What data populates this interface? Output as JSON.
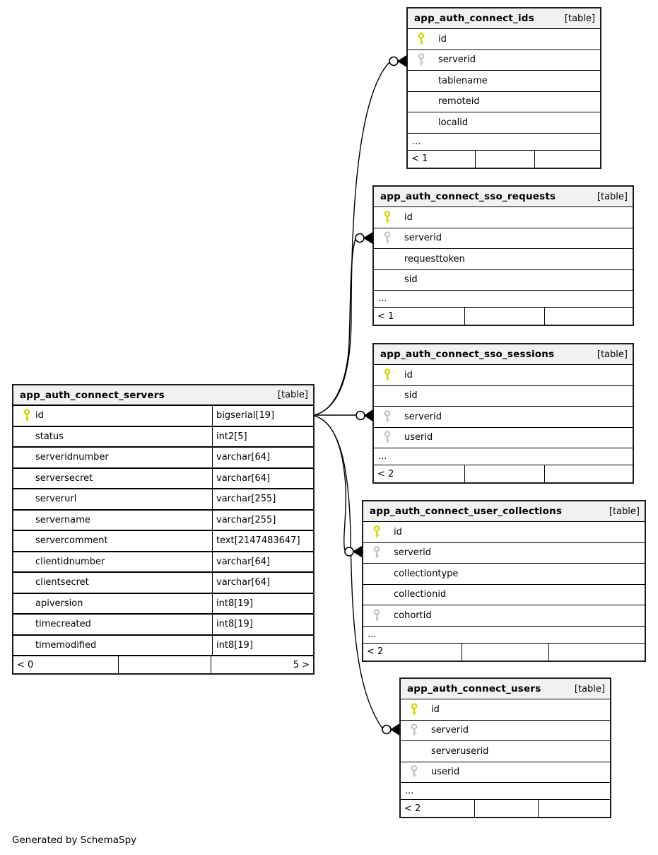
{
  "diagram": {
    "generator_note": "Generated by SchemaSpy",
    "badge_label": "[table]",
    "colors": {
      "primary_key": "#d6d600",
      "foreign_key": "#c4c4c4",
      "header_bg": "#f1f1f1",
      "border": "#000000"
    },
    "tables": [
      {
        "id": "app_auth_connect_ids",
        "name": "app_auth_connect_ids",
        "main": false,
        "columns": [
          {
            "name": "id",
            "key": "primary"
          },
          {
            "name": "serverid",
            "key": "foreign"
          },
          {
            "name": "tablename",
            "key": null
          },
          {
            "name": "remoteid",
            "key": null
          },
          {
            "name": "localid",
            "key": null
          }
        ],
        "truncated": "...",
        "footer_left": "< 1",
        "footer_mid": "",
        "footer_right": ""
      },
      {
        "id": "app_auth_connect_sso_requests",
        "name": "app_auth_connect_sso_requests",
        "main": false,
        "columns": [
          {
            "name": "id",
            "key": "primary"
          },
          {
            "name": "serverid",
            "key": "foreign"
          },
          {
            "name": "requesttoken",
            "key": null
          },
          {
            "name": "sid",
            "key": null
          }
        ],
        "truncated": "...",
        "footer_left": "< 1",
        "footer_mid": "",
        "footer_right": ""
      },
      {
        "id": "app_auth_connect_sso_sessions",
        "name": "app_auth_connect_sso_sessions",
        "main": false,
        "columns": [
          {
            "name": "id",
            "key": "primary"
          },
          {
            "name": "sid",
            "key": null
          },
          {
            "name": "serverid",
            "key": "foreign"
          },
          {
            "name": "userid",
            "key": "foreign"
          }
        ],
        "truncated": "...",
        "footer_left": "< 2",
        "footer_mid": "",
        "footer_right": ""
      },
      {
        "id": "app_auth_connect_servers",
        "name": "app_auth_connect_servers",
        "main": true,
        "columns": [
          {
            "name": "id",
            "key": "primary",
            "type": "bigserial[19]"
          },
          {
            "name": "status",
            "key": null,
            "type": "int2[5]"
          },
          {
            "name": "serveridnumber",
            "key": null,
            "type": "varchar[64]"
          },
          {
            "name": "serversecret",
            "key": null,
            "type": "varchar[64]"
          },
          {
            "name": "serverurl",
            "key": null,
            "type": "varchar[255]"
          },
          {
            "name": "servername",
            "key": null,
            "type": "varchar[255]"
          },
          {
            "name": "servercomment",
            "key": null,
            "type": "text[2147483647]"
          },
          {
            "name": "clientidnumber",
            "key": null,
            "type": "varchar[64]"
          },
          {
            "name": "clientsecret",
            "key": null,
            "type": "varchar[64]"
          },
          {
            "name": "apiversion",
            "key": null,
            "type": "int8[19]"
          },
          {
            "name": "timecreated",
            "key": null,
            "type": "int8[19]"
          },
          {
            "name": "timemodified",
            "key": null,
            "type": "int8[19]"
          }
        ],
        "truncated": null,
        "footer_left": "< 0",
        "footer_mid": "",
        "footer_right": "5 >"
      },
      {
        "id": "app_auth_connect_user_collections",
        "name": "app_auth_connect_user_collections",
        "main": false,
        "columns": [
          {
            "name": "id",
            "key": "primary"
          },
          {
            "name": "serverid",
            "key": "foreign"
          },
          {
            "name": "collectiontype",
            "key": null
          },
          {
            "name": "collectionid",
            "key": null
          },
          {
            "name": "cohortid",
            "key": "foreign"
          }
        ],
        "truncated": "...",
        "footer_left": "< 2",
        "footer_mid": "",
        "footer_right": ""
      },
      {
        "id": "app_auth_connect_users",
        "name": "app_auth_connect_users",
        "main": false,
        "columns": [
          {
            "name": "id",
            "key": "primary"
          },
          {
            "name": "serverid",
            "key": "foreign"
          },
          {
            "name": "serveruserid",
            "key": null
          },
          {
            "name": "userid",
            "key": "foreign"
          }
        ],
        "truncated": "...",
        "footer_left": "< 2",
        "footer_mid": "",
        "footer_right": ""
      }
    ]
  }
}
